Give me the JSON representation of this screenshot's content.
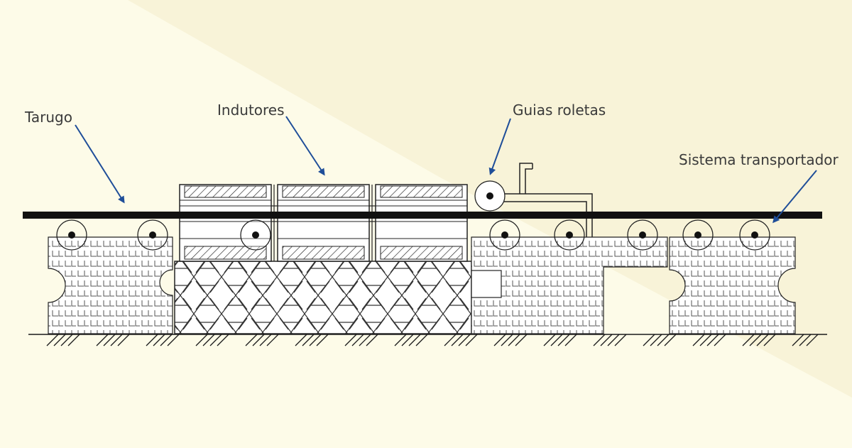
{
  "labels": {
    "billet": "Tarugo",
    "inductors": "Indutores",
    "roller_guides": "Guias roletas",
    "conveyor": "Sistema transportador"
  },
  "colors": {
    "background": "#fdfbe8",
    "background_band": "#f8f3d8",
    "arrow": "#1f4e99",
    "line": "#1a1a1a",
    "label_text": "#3a3a3a"
  }
}
